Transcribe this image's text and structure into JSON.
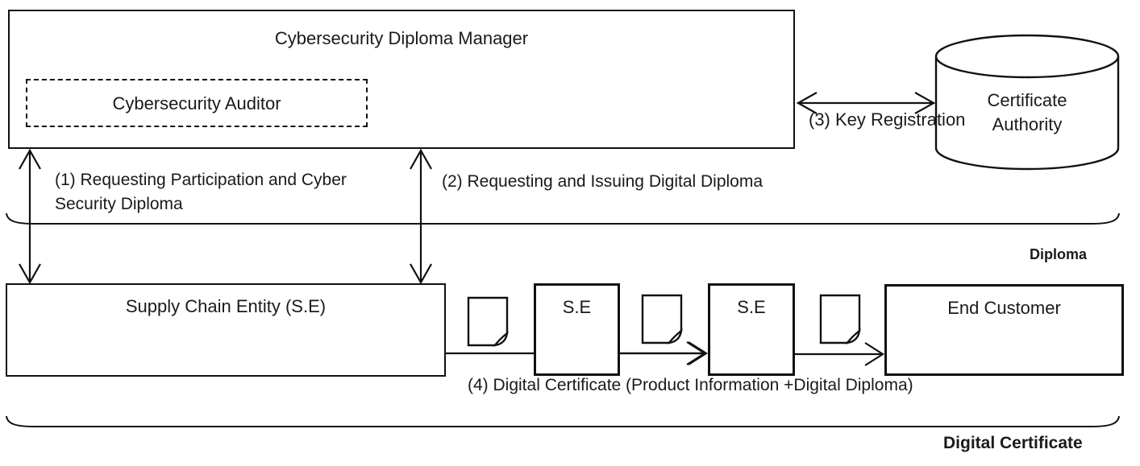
{
  "colors": {
    "stroke": "#111111",
    "text": "#1a1a1a",
    "background": "#ffffff"
  },
  "nodes": {
    "manager": "Cybersecurity Diploma Manager",
    "auditor": "Cybersecurity Auditor",
    "certificate_authority_line1": "Certificate",
    "certificate_authority_line2": "Authority",
    "supply_chain": "Supply Chain Entity (S.E)",
    "se1": "S.E",
    "se2": "S.E",
    "end_customer": "End Customer"
  },
  "flows": {
    "f1_line1": "(1) Requesting Participation and Cyber",
    "f1_line2": "Security Diploma",
    "f2": "(2) Requesting and Issuing Digital Diploma",
    "f3": "(3) Key Registration",
    "f4": "(4) Digital Certificate (Product Information +Digital Diploma)"
  },
  "braces": {
    "top": "Diploma",
    "bottom": "Digital Certificate"
  }
}
